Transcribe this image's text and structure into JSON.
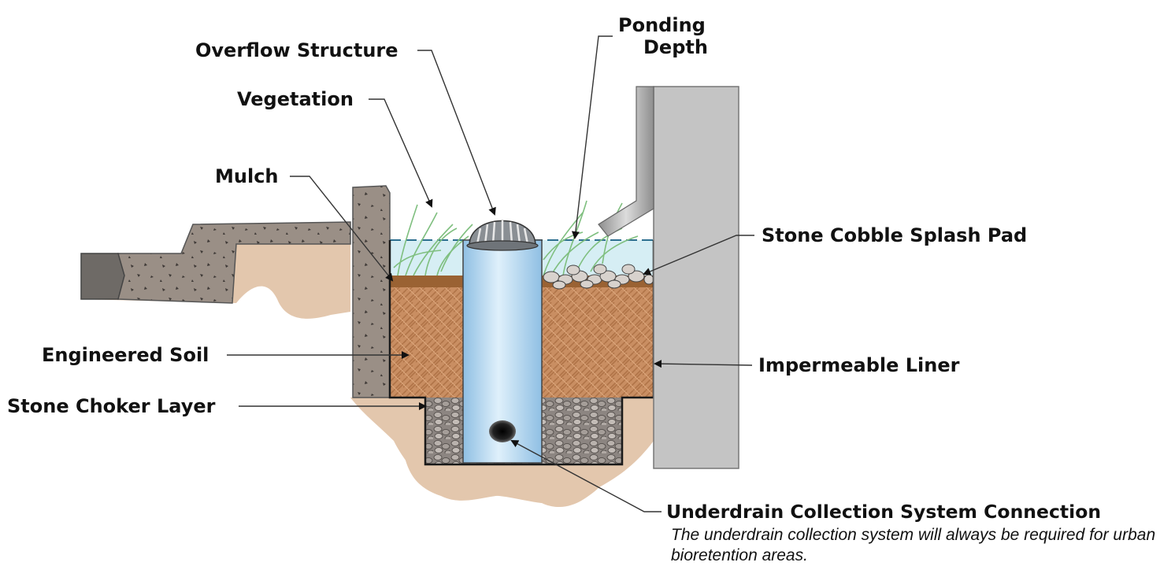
{
  "labels": {
    "overflow_structure": "Overflow Structure",
    "ponding_depth_line1": "Ponding",
    "ponding_depth_line2": "Depth",
    "vegetation": "Vegetation",
    "mulch": "Mulch",
    "stone_cobble_splash_pad": "Stone Cobble Splash Pad",
    "engineered_soil": "Engineered Soil",
    "impermeable_liner": "Impermeable Liner",
    "stone_choker_layer": "Stone Choker Layer",
    "underdrain_connection": "Underdrain Collection System Connection"
  },
  "note": {
    "line1": "The underdrain collection system will always be required for urban",
    "line2": "bioretention areas."
  },
  "colors": {
    "native_soil": "#e3c7ad",
    "concrete": "#9a8f86",
    "curb": "#6e6a66",
    "engineered_soil": "#c98e62",
    "mulch": "#9a6233",
    "water": "#d6eef4",
    "pipe": "#b8dcf4",
    "wall": "#c4c4c4",
    "gravel": "#8c8581",
    "outline": "#1a1a1a"
  }
}
